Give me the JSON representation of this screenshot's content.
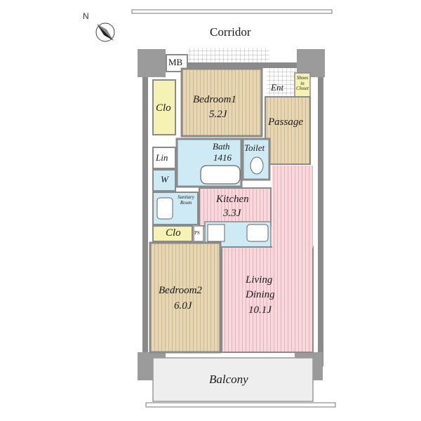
{
  "compass": {
    "label": "N",
    "icon": "north-arrow-icon"
  },
  "labels": {
    "corridor": "Corridor",
    "mb": "MB",
    "ent": "Ent",
    "shoes_closet": "Shoes in Closet",
    "bedroom1_name": "Bedroom1",
    "bedroom1_size": "5.2J",
    "clo_top": "Clo",
    "passage": "Passage",
    "lin": "Lin",
    "bath_name": "Bath",
    "bath_size": "1416",
    "toilet": "Toilet",
    "w": "W",
    "sanitary": "Sanitary Room",
    "kitchen_name": "Kitchen",
    "kitchen_size": "3.3J",
    "clo_mid": "Clo",
    "ps": "PS",
    "bedroom2_name": "Bedroom2",
    "bedroom2_size": "6.0J",
    "living_name": "Living",
    "dining_name": "Dining",
    "living_size": "10.1J",
    "balcony": "Balcony"
  },
  "colors": {
    "bedroom": "#e3d3b0",
    "closet": "#f6f2b0",
    "wet_area": "#cdeaf5",
    "kitchen": "#f8d6da",
    "living": "#f7d2d7",
    "wall": "#9c9c9c",
    "balcony": "#eeeeee"
  }
}
